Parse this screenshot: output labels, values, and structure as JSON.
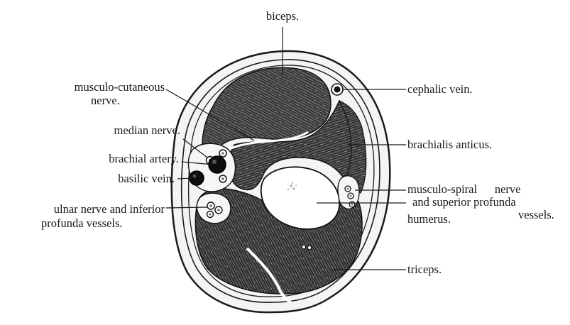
{
  "figure": {
    "labels": {
      "biceps": "biceps.",
      "musculo_cutaneous_1": "musculo-cutaneous",
      "musculo_cutaneous_2": "nerve.",
      "median_nerve": "median nerve.",
      "brachial_artery": "brachial artery.",
      "basilic_vein": "basilic vein.",
      "ulnar_1": "ulnar nerve and inferior",
      "ulnar_2": "profunda vessels.",
      "cephalic_vein": "cephalic vein.",
      "brachialis_anticus": "brachialis anticus.",
      "musculo_spiral_1": "musculo-spiral      nerve",
      "musculo_spiral_2": "and superior profunda",
      "musculo_spiral_3": "vessels.",
      "humerus": "humerus.",
      "triceps": "triceps."
    }
  }
}
